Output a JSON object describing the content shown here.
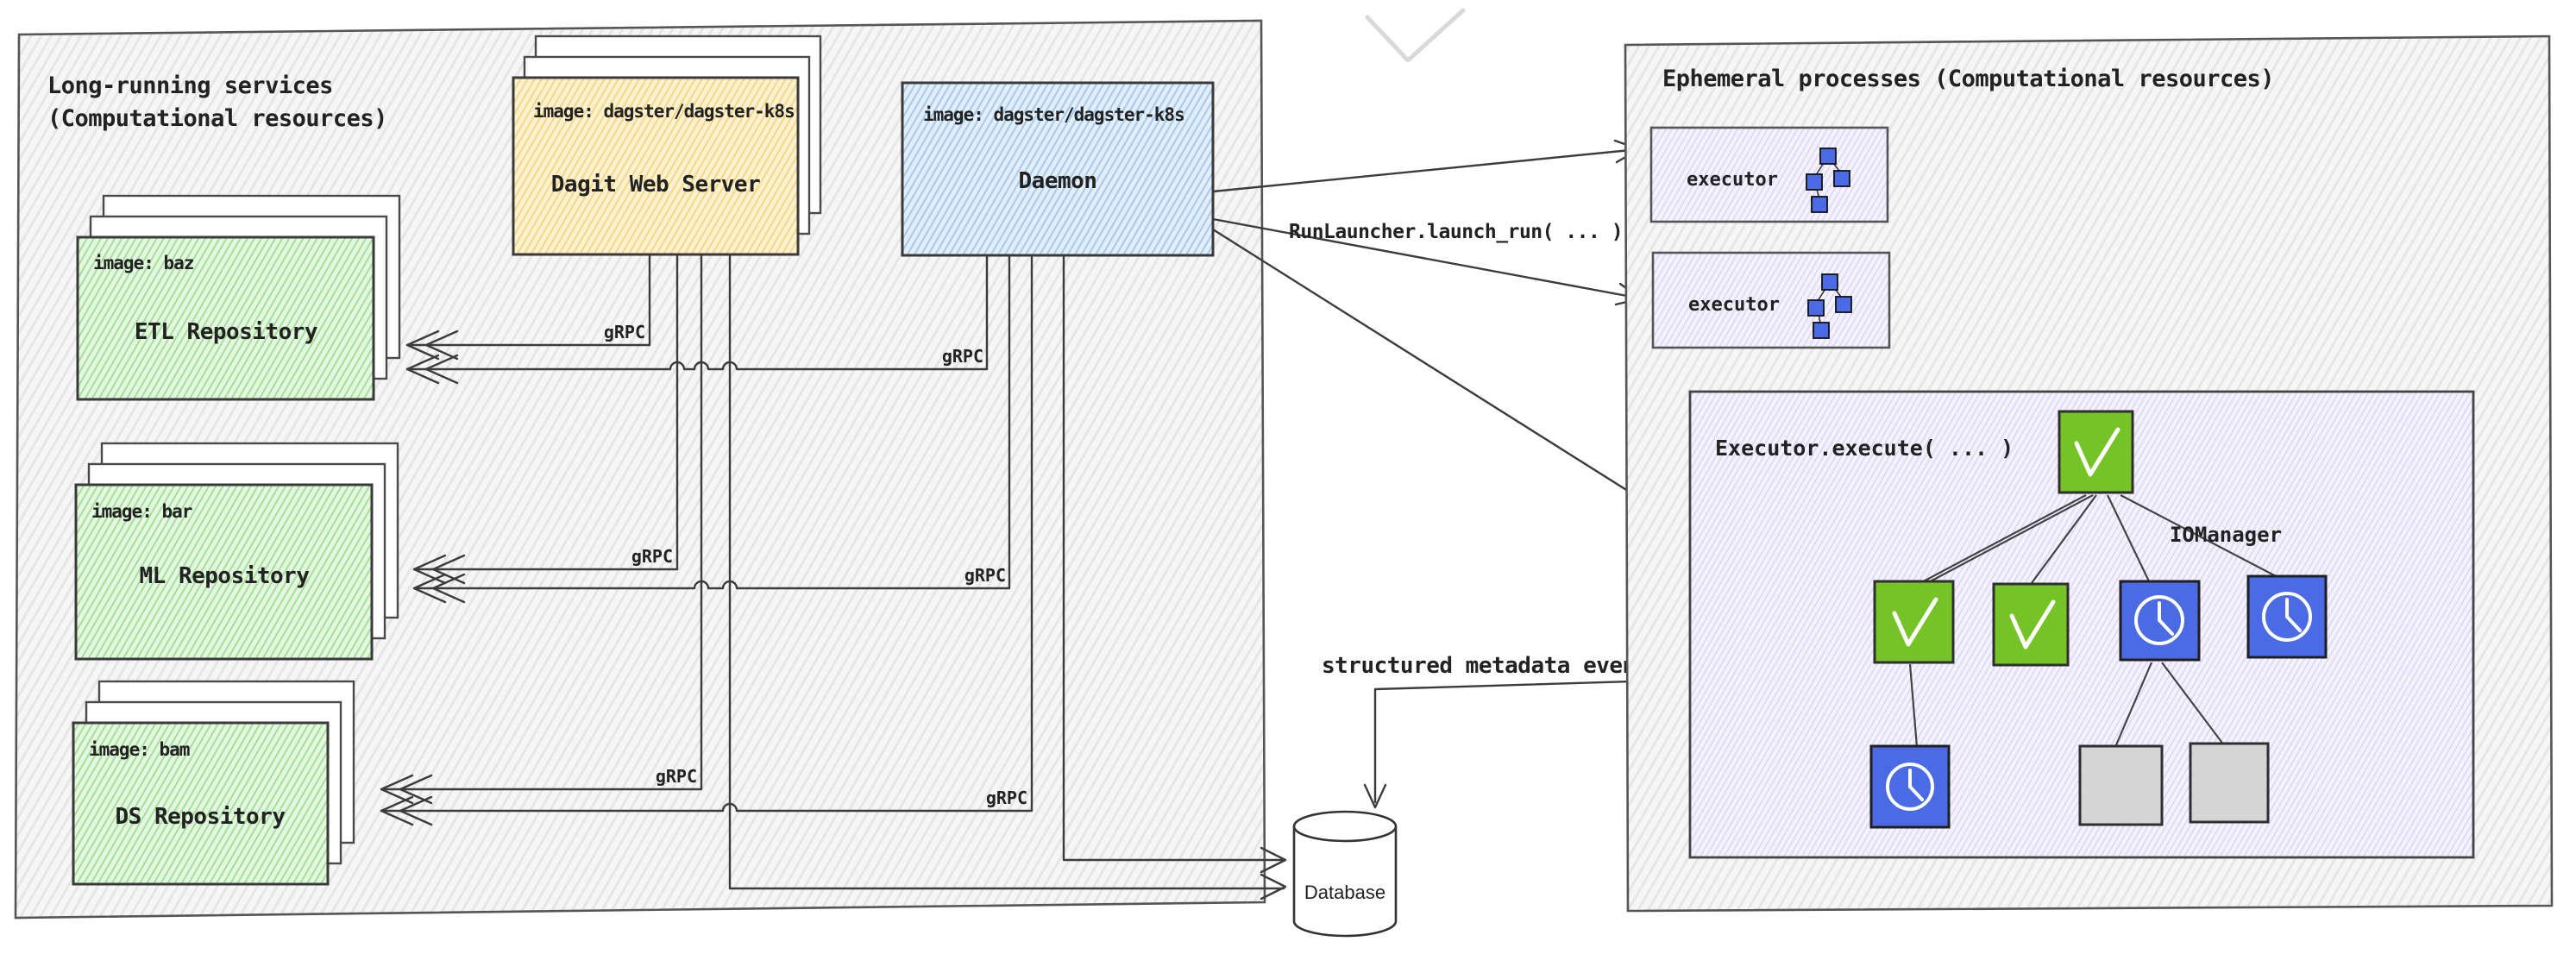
{
  "left_panel": {
    "title_line1": "Long-running services",
    "title_line2": "(Computational resources)"
  },
  "dagit": {
    "header": "image: dagster/dagster-k8s",
    "label": "Dagit Web Server"
  },
  "daemon": {
    "header": "image: dagster/dagster-k8s",
    "label": "Daemon"
  },
  "repositories": [
    {
      "image_label": "image: baz",
      "name": "ETL Repository"
    },
    {
      "image_label": "image: bar",
      "name": "ML Repository"
    },
    {
      "image_label": "image: bam",
      "name": "DS Repository"
    }
  ],
  "labels": {
    "grpc": "gRPC",
    "run_launcher": "RunLauncher.launch_run( ... )",
    "metadata_events": "structured metadata events"
  },
  "database": {
    "label": "Database"
  },
  "right_panel": {
    "title": "Ephemeral processes (Computational resources)",
    "executor_label": "executor",
    "execute_title": "Executor.execute( ... )",
    "iomanager_label": "IOManager"
  },
  "colors": {
    "container_fill": "#f6f6f6",
    "container_hatch": "#e6e6e6",
    "container_border": "#555555",
    "dagit_fill": "#fdf2d0",
    "dagit_hatch": "#f3d98e",
    "daemon_fill": "#e3eff9",
    "daemon_hatch": "#a9cdec",
    "repo_fill": "#e4f7e0",
    "repo_hatch": "#a5e099",
    "lavender_fill": "#f4f2fd",
    "lavender_hatch": "#dcd7f7",
    "node_green": "#76c327",
    "node_blue": "#4a6be4",
    "node_gray": "#d5d5d5",
    "line_color": "#3c3c3c",
    "text_color": "#222222"
  }
}
